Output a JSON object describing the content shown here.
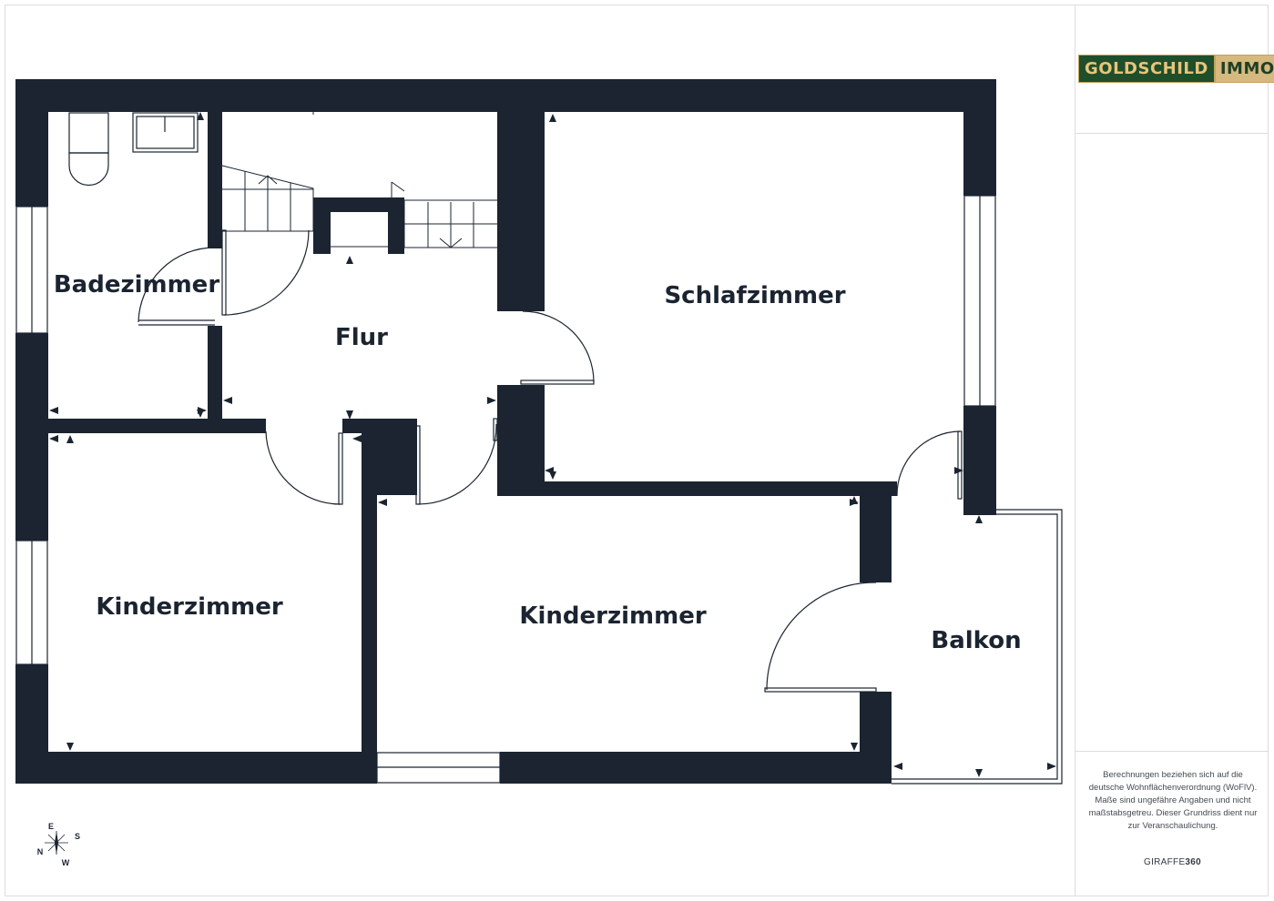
{
  "brand": {
    "logo_part1": "GOLDSCHILD",
    "logo_part2": "IMMO",
    "colors": {
      "dark_green": "#1f4e2b",
      "gold": "#d5b97f"
    }
  },
  "rooms": {
    "bath": "Badezimmer",
    "hall": "Flur",
    "bedroom": "Schlafzimmer",
    "kids_left": "Kinderzimmer",
    "kids_right": "Kinderzimmer",
    "balcony": "Balkon"
  },
  "compass": {
    "north": "N",
    "east": "E",
    "south": "S",
    "west": "W"
  },
  "disclaimer": "Berechnungen beziehen sich auf die deutsche Wohnflächenverordnung (WoFlV). Maße sind ungefähre Angaben und nicht maßstabsgetreu. Dieser Grundriss dient nur zur Veranschaulichung.",
  "credit": {
    "prefix": "GIRAFFE",
    "suffix": "360"
  },
  "colors": {
    "wall": "#1b2430",
    "line": "#1b2430",
    "background": "#ffffff"
  }
}
